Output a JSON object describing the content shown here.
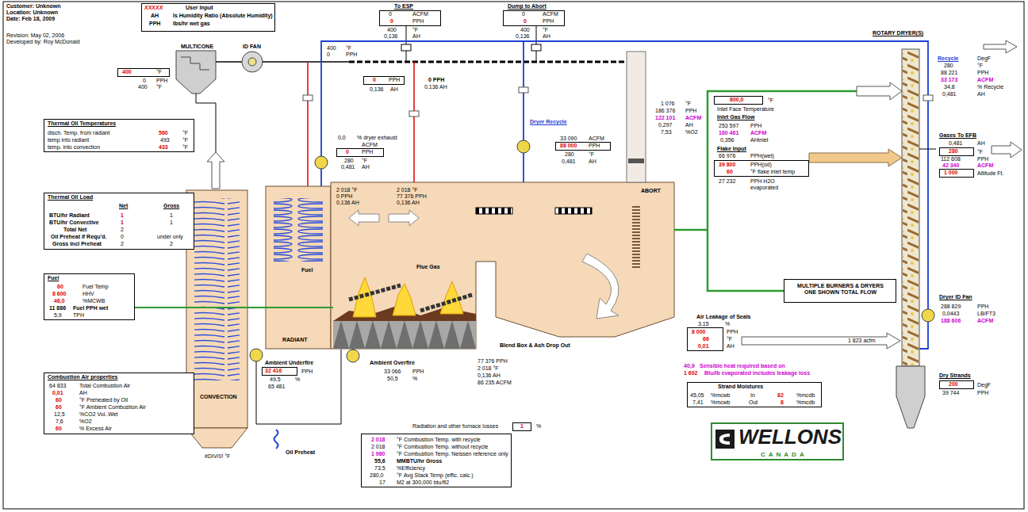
{
  "diagram": {
    "nodes": [
      {
        "text": [
          "XXXXX",
          "User Input",
          "AH",
          "Is Humidity Ratio (Absolute Humidity)",
          "PPH",
          "lbs/hr wet gas"
        ]
      },
      {
        "text": [
          "400",
          "°F"
        ]
      },
      {
        "text": [
          "0",
          "PPH"
        ]
      },
      {
        "text": [
          "0",
          "ACFM",
          "0",
          "PPH"
        ]
      },
      {
        "text": [
          "0",
          "ACFM",
          "0",
          "PPH"
        ]
      },
      {
        "text": [
          "Thermal Oil Temperatures",
          "disch. Temp. from radiant",
          "560",
          "°F",
          "temp into radiant",
          "493",
          "°F",
          "temp. into convection",
          "433",
          "°F"
        ]
      },
      {
        "text": [
          "Thermal Oil Load",
          "Net",
          "Gross",
          "BTU/hr Radiant",
          "1",
          "1",
          "BTU/hr Convective",
          "1",
          "1",
          "Total Net",
          "2",
          "Oil Preheat if Requ'd.",
          "0",
          "under only",
          "Gross incl Preheat",
          "2",
          "2"
        ]
      },
      {
        "text": [
          "Fuel",
          "60",
          "Fuel Temp",
          "8 600",
          "HHV",
          "46,0",
          "%MCWB",
          "11 886",
          "Fuel PPH wet",
          "5,9",
          "TPH"
        ]
      },
      {
        "text": [
          "Combustion Air properties",
          "64 833",
          "Total Combustion Air",
          "0,01",
          "AH",
          "60",
          "°F Preheated by Oil",
          "60",
          "°F Ambient Combustion Air",
          "12,5",
          "%CO2 Vol..Wet",
          "7,6",
          "%O2",
          "60",
          "% Excess Air"
        ]
      },
      {
        "text": [
          "0",
          "PPH"
        ]
      },
      {
        "text": [
          "88 000",
          "PPH"
        ]
      },
      {
        "text": [
          "800,0"
        ]
      },
      {
        "text": [
          "39 800",
          "PPH(od)",
          "60",
          "°F flake inlet temp"
        ]
      },
      {
        "text": [
          "280"
        ]
      },
      {
        "text": [
          "1 000"
        ]
      },
      {
        "text": [
          "200"
        ]
      },
      {
        "text": [
          "MULTIPLE BURNERS & DRYERS ONE SHOWN TOTAL FLOW"
        ]
      },
      {
        "text": [
          "8 000",
          "66",
          "0,01"
        ]
      },
      {
        "text": [
          "Strand Moistures",
          "45,05",
          "%mcwb",
          "In",
          "82",
          "%mcdb",
          "7,41",
          "%mcwb",
          "Out",
          "8",
          "%mcdb"
        ]
      },
      {
        "text": [
          "WELLONS",
          "CANADA"
        ]
      },
      {
        "text": [
          "2 018",
          "°F Combustion Temp. with recycle",
          "2 018",
          "°F Combustion Temp. without recycle",
          "1 980",
          "°F Combustion Temp. Neissen reference only",
          "55,6",
          "MMBTU/hr Gross",
          "73,5",
          "%Efficiency",
          "280,0",
          "°F Avg Stack Temp (effic. calc.)",
          "17",
          "M2 at 300,000 btu/ft2"
        ]
      },
      {
        "text": [
          "1"
        ]
      },
      {
        "text": [
          "32 416"
        ]
      }
    ],
    "labels": [
      "Customer: Unknown",
      "Location: Unknown",
      "Date: Feb 18, 2009",
      "Revision: May 02, 2006",
      "Developed by: Roy McDonald",
      "MULTICONE",
      "ID FAN",
      "400",
      "°F",
      "0",
      "PPH",
      "0",
      "PPH",
      "400",
      "°F",
      "0,136",
      "AH",
      "To ESP",
      "400",
      "°F",
      "0,136",
      "AH",
      "Dump to Abort",
      "400",
      "°F",
      "0,136",
      "AH",
      "0 PPH",
      "0,136 AH",
      "1 076",
      "°F",
      "186 376",
      "PPH",
      "122 101",
      "ACFM",
      "0,297",
      "AH",
      "7,53",
      "%O2",
      "°F",
      "Inlet Face Temperature",
      "Inlet Gas Flow",
      "253 597",
      "PPH",
      "160 461",
      "ACFM",
      "0,356",
      "AHinlet",
      "Flake Input",
      "66 976",
      "PPH(wet)",
      "27 232",
      "PPH H2O",
      "evaporated",
      "ROTARY DRYER(S)",
      "Recycle",
      "DegF",
      "280",
      "°F",
      "88 221",
      "PPH",
      "33 173",
      "ACFM",
      "34,8",
      "% Recycle",
      "0,481",
      "AH",
      "Gases To EFB",
      "0,481",
      "AH",
      "°F",
      "112 608",
      "PPH",
      "42 340",
      "ACFM",
      "Altitude Ft.",
      "Dryer ID Fan",
      "288 829",
      "PPH",
      "0,0443",
      "LB/FT3",
      "188 606",
      "ACFM",
      "Dry Strands",
      "DegF",
      "39 744",
      "PPH",
      "Air Leakage of Seals",
      "3,15",
      "%",
      "PPH",
      "°F",
      "AH",
      "1 823 acfm",
      "40,9",
      "Sensible heat required based on",
      "1 602",
      "Btu/lb evaporated includes leakage loss",
      "0,0",
      "% dryer exhaust",
      "ACFM",
      "280",
      "°F",
      "0,481",
      "AH",
      "Dryer Recycle",
      "33 090",
      "ACFM",
      "280",
      "°F",
      "0,481",
      "AH",
      "2 018 °F",
      "0 PPH",
      "0,136 AH",
      "2 018 °F",
      "77 376 PPH",
      "0,136 AH",
      "ABORT",
      "Flue Gas",
      "Blend Box & Ash Drop Out",
      "77 376 PPH",
      "2 018 °F",
      "0,136 AH",
      "86 235 ACFM",
      "Fuel",
      "CONVECTION",
      "RADIANT",
      "Oil Preheat",
      "#DIV/0! °F",
      "Ambient Underfire",
      "PPH",
      "49,5",
      "%",
      "65 481",
      "Ambient Overfire",
      "33 066",
      "PPH",
      "50,5",
      "%",
      "Radiation and other furnace losses",
      "%"
    ]
  }
}
